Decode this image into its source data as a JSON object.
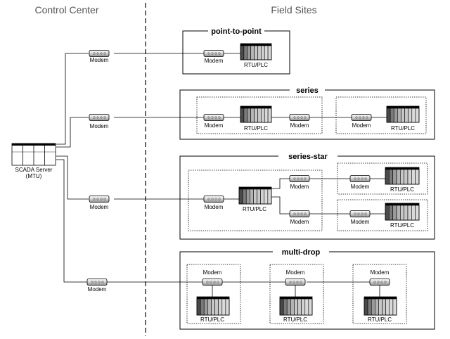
{
  "headers": {
    "control_center": "Control Center",
    "field_sites": "Field Sites"
  },
  "server": {
    "label_line1": "SCADA Server",
    "label_line2": "(MTU)"
  },
  "device_labels": {
    "modem": "Modem",
    "rtu": "RTU/PLC"
  },
  "sections": {
    "point_to_point": "point-to-point",
    "series": "series",
    "series_star": "series-star",
    "multi_drop": "multi-drop"
  },
  "icons": {
    "modem": "modem-icon",
    "rtu": "rtu-plc-icon",
    "server": "server-rack-icon"
  }
}
